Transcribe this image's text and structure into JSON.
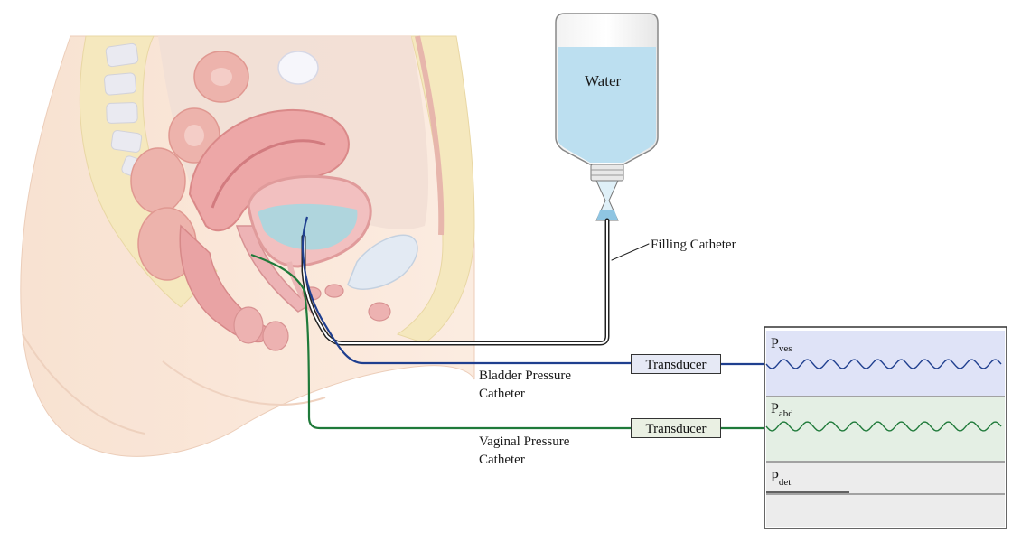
{
  "labels": {
    "water": "Water",
    "filling_catheter": "Filling Catheter",
    "bladder_catheter_line1": "Bladder Pressure",
    "bladder_catheter_line2": "Catheter",
    "vaginal_catheter_line1": "Vaginal Pressure",
    "vaginal_catheter_line2": "Catheter",
    "transducer_top": "Transducer",
    "transducer_bottom": "Transducer"
  },
  "channels": [
    {
      "main": "P",
      "sub": "ves"
    },
    {
      "main": "P",
      "sub": "abd"
    },
    {
      "main": "P",
      "sub": "det"
    }
  ],
  "colors": {
    "bladder_line": "#1f3f8f",
    "vaginal_line": "#1f7a3a",
    "filling_line": "#222222",
    "water": "#bcdff0",
    "ves_panel": "#dfe3f7",
    "abd_panel": "#e4efe4",
    "det_panel": "#ececec"
  }
}
